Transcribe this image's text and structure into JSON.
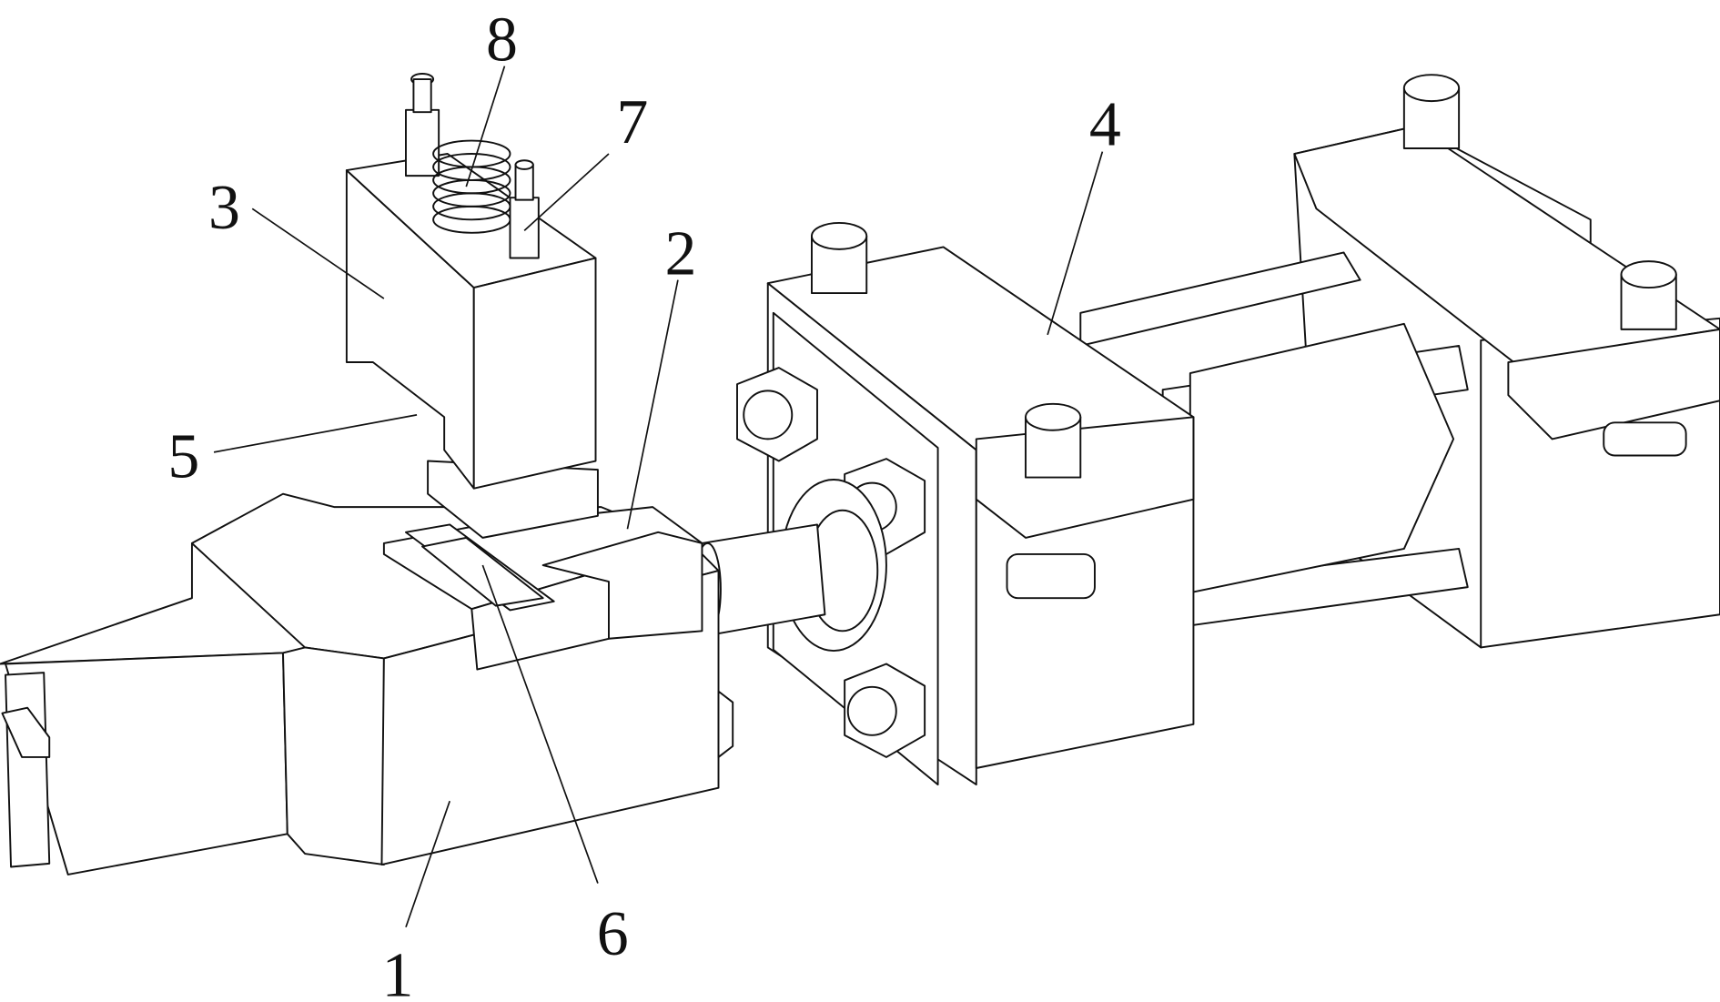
{
  "figure": {
    "labels": [
      {
        "id": "1",
        "text": "1"
      },
      {
        "id": "2",
        "text": "2"
      },
      {
        "id": "3",
        "text": "3"
      },
      {
        "id": "4",
        "text": "4"
      },
      {
        "id": "5",
        "text": "5"
      },
      {
        "id": "6",
        "text": "6"
      },
      {
        "id": "7",
        "text": "7"
      },
      {
        "id": "8",
        "text": "8"
      }
    ],
    "line_color": "#111111",
    "background": "#ffffff"
  }
}
